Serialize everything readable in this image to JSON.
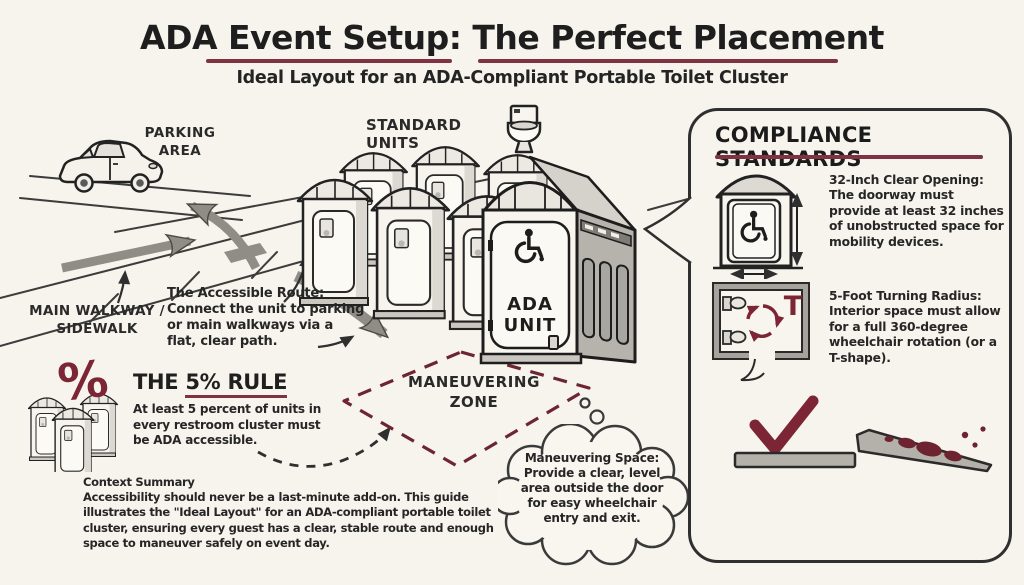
{
  "colors": {
    "background": "#f6f4ec",
    "ink": "#262626",
    "accent_maroon": "#7b2535",
    "underline_maroon": "#7e3242",
    "arrow_gray": "#8f8d86"
  },
  "header": {
    "title": "ADA Event Setup: The Perfect Placement",
    "subtitle": "Ideal Layout for an ADA-Compliant Portable Toilet Cluster"
  },
  "scene": {
    "parking_label": "PARKING AREA",
    "standard_units_label": "STANDARD UNITS",
    "walkway_label": "MAIN WALKWAY / SIDEWALK",
    "ada_unit": {
      "line1": "ADA",
      "line2": "UNIT"
    },
    "accessible_route": {
      "title": "The Accessible Route:",
      "body": "Connect the unit to parking or main walkways via a flat, clear path."
    },
    "maneuvering_zone_label": "MANEUVERING ZONE",
    "five_percent_rule": {
      "prefix": "THE",
      "name": "5% RULE",
      "symbol": "%",
      "body": "At least 5 percent of units in every restroom cluster must be ADA accessible."
    },
    "thought_bubble": {
      "title": "Maneuvering Space:",
      "body": "Provide a clear, level area outside the door for easy wheelchair entry and exit."
    },
    "context_summary": {
      "title": "Context Summary",
      "body": "Accessibility should never be a last-minute add-on. This guide illustrates the \"Ideal Layout\" for an ADA-compliant portable toilet cluster, ensuring every guest has a clear, stable route and enough space to maneuver safely on event day."
    }
  },
  "compliance_panel": {
    "title": "COMPLIANCE STANDARDS",
    "t_symbol": "T",
    "items": [
      {
        "heading": "32-Inch Clear Opening:",
        "body": "The doorway must provide at least 32 inches of unobstructed space for mobility devices."
      },
      {
        "heading": "5-Foot Turning Radius:",
        "body": "Interior space must allow for a full 360-degree wheelchair rotation (or a T-shape)."
      }
    ]
  }
}
